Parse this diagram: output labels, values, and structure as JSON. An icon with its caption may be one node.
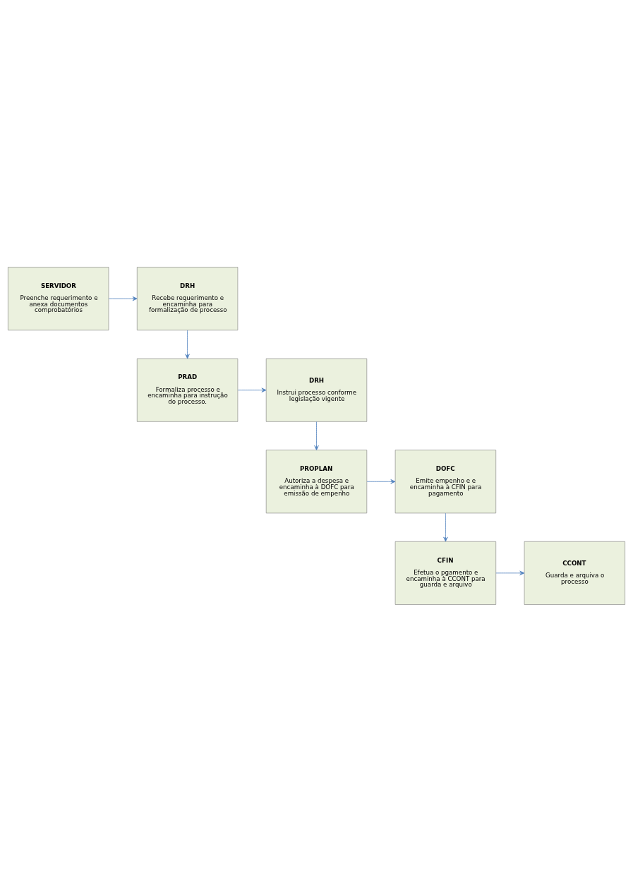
{
  "diagram": {
    "nodes": [
      {
        "text": [
          "SERVIDOR",
          "Preenche requerimento e anexa documentos comprobatórios"
        ]
      },
      {
        "text": [
          "DRH",
          "Recebe requerimento e encaminha para formalização de processo"
        ]
      },
      {
        "text": [
          "PRAD",
          "Formaliza processo e encaminha para instrução do processo."
        ]
      },
      {
        "text": [
          "DRH",
          "Instrui processo conforme legislação vigente"
        ]
      },
      {
        "text": [
          "PROPLAN",
          "Autoriza a despesa e encaminha à DOFC para emissão de empenho"
        ]
      },
      {
        "text": [
          "DOFC",
          "Emite empenho e e encaminha à CFIN para pagamento"
        ]
      },
      {
        "text": [
          "CFIN",
          "Efetua o pgamento e encaminha à CCONT para guarda e arquivo"
        ]
      },
      {
        "text": [
          "CCONT",
          "Guarda e arquiva o processo"
        ]
      }
    ],
    "edges": [
      {
        "from": 0,
        "to": 1,
        "arrow": "to"
      },
      {
        "from": 1,
        "to": 2,
        "arrow": "to"
      },
      {
        "from": 2,
        "to": 3,
        "arrow": "to"
      },
      {
        "from": 3,
        "to": 4,
        "arrow": "to"
      },
      {
        "from": 4,
        "to": 5,
        "arrow": "to"
      },
      {
        "from": 5,
        "to": 6,
        "arrow": "to"
      },
      {
        "from": 6,
        "to": 7,
        "arrow": "to"
      }
    ]
  }
}
